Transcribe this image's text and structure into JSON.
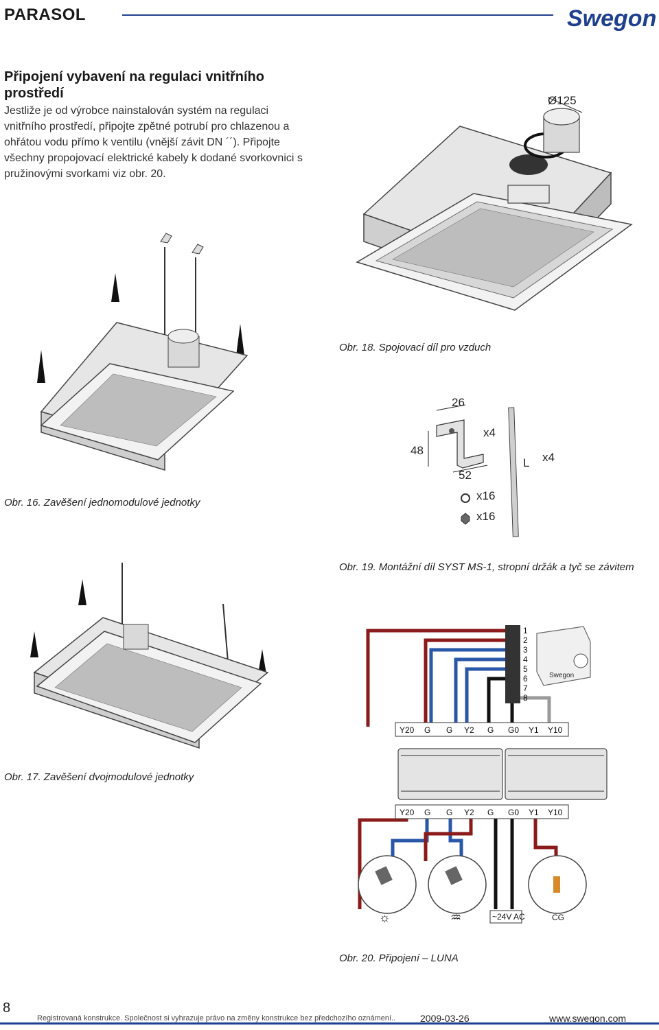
{
  "header": {
    "title": "PARASOL",
    "brand": "Swegon"
  },
  "intro": {
    "heading": "Připojení vybavení na regulaci vnitřního prostředí",
    "body": "Jestliže je od výrobce nainstalován systém na regulaci vnitřního prostředí, připojte zpětné potrubí pro chlazenou a ohřátou vodu přímo k ventilu (vnější závit DN ´´). Připojte všechny propojovací elektrické kabely k dodané svorkovnici s pružinovými svorkami viz obr. 20."
  },
  "figures": {
    "fig16": {
      "caption": "Obr. 16. Zavěšení jednomodulové jednotky"
    },
    "fig17": {
      "caption": "Obr. 17. Zavěšení dvojmodulové jednotky"
    },
    "fig18": {
      "caption": "Obr. 18. Spojovací díl pro vzduch",
      "diameter_label": "Ø125"
    },
    "fig19": {
      "caption": "Obr. 19. Montážní díl SYST MS-1, stropní držák a tyč se závitem",
      "dim_width": "26",
      "dim_height": "48",
      "dim_depth": "52",
      "qty_bracket": "x4",
      "qty_washer": "x16",
      "qty_nut": "x16",
      "rod_label": "L",
      "qty_rod": "x4"
    },
    "fig20": {
      "caption": "Obr. 20. Připojení – LUNA",
      "terminal_numbers": [
        "1",
        "2",
        "3",
        "4",
        "5",
        "6",
        "7",
        "8"
      ],
      "thermostat_brand": "Swegon",
      "top_labels": [
        "Y20",
        "G",
        "G",
        "Y2",
        "G",
        "G0",
        "Y1",
        "Y10"
      ],
      "bottom_labels": [
        "Y20",
        "G",
        "G",
        "Y2",
        "G",
        "G0",
        "Y1",
        "Y10"
      ],
      "supply_label": "~24V AC",
      "cg_label": "CG",
      "wire_colors": {
        "red": "#8b1a1a",
        "blue": "#2a57a8",
        "black": "#111111",
        "grey": "#9a9a9a"
      }
    }
  },
  "footer": {
    "page_number": "8",
    "note": "Registrovaná konstrukce. Společnost si vyhrazuje právo na změny konstrukce bez předchozího oznámení..",
    "date": "2009-03-26",
    "url": "www.swegon.com"
  }
}
